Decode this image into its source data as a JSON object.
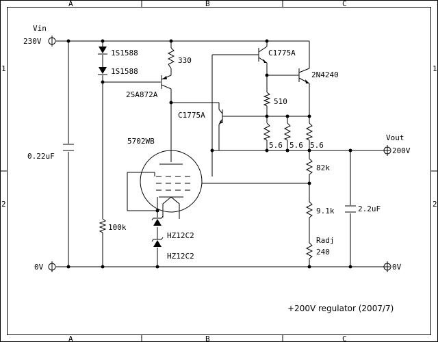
{
  "border": {
    "top_letters": [
      "A",
      "B",
      "C"
    ],
    "side_numbers": [
      "1",
      "2"
    ]
  },
  "terminals": {
    "vin": {
      "name": "Vin",
      "value": "230V"
    },
    "gnd_left": "0V",
    "vout": {
      "name": "Vout",
      "value": "200V"
    },
    "gnd_right": "0V"
  },
  "components": {
    "d1": "1S1588",
    "d2": "1S1588",
    "r330": "330",
    "q1": "2SA872A",
    "q2": "C1775A",
    "q3": "C1775A",
    "q4": "2N4240",
    "r510": "510",
    "tube": "5702WB",
    "c1": "0.22uF",
    "r5a": "5.6",
    "r5b": "5.6",
    "r5c": "5.6",
    "r82k": "82k",
    "r91k": "9.1k",
    "c2": "2.2uF",
    "r100k": "100k",
    "z1": "HZ12C2",
    "z2": "HZ12C2",
    "radj_name": "Radj",
    "radj_value": "240"
  },
  "caption": "+200V regulator (2007/7)"
}
